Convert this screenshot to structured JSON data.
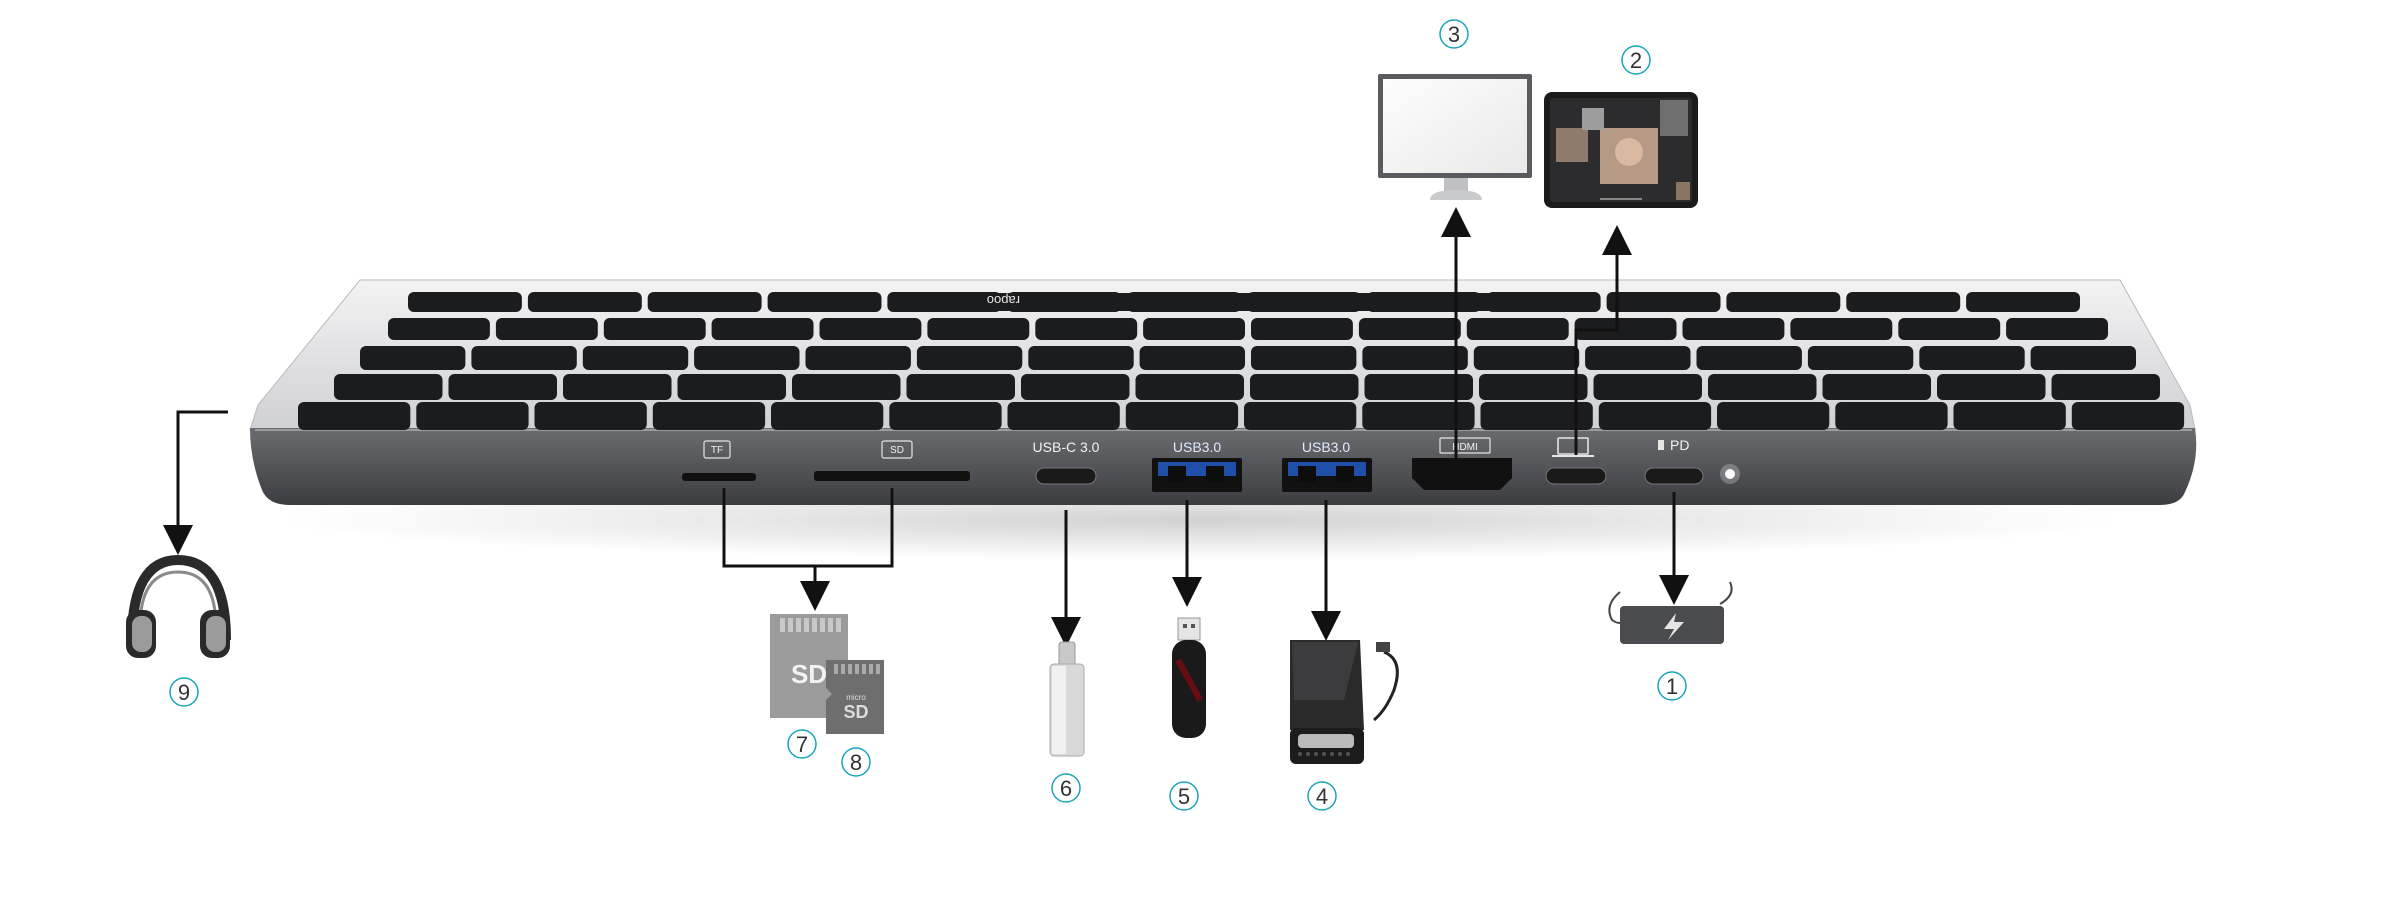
{
  "colors": {
    "keyboard_body": "#5a5c60",
    "keyboard_top": "#e5e6e8",
    "key": "#1b1c1e",
    "usb_blue": "#1f4fa8",
    "callout_circle": "#1aa5b8",
    "arrow": "#111111"
  },
  "brand": "rapoo",
  "ports": {
    "tf": "TF",
    "sd": "SD",
    "usb_c": "USB-C 3.0",
    "usb_a_1": "USB3.0",
    "usb_a_2": "USB3.0",
    "hdmi": "HDMI",
    "pd": "PD"
  },
  "callouts": {
    "n1": "1",
    "n2": "2",
    "n3": "3",
    "n4": "4",
    "n5": "5",
    "n6": "6",
    "n7": "7",
    "n8": "8",
    "n9": "9"
  },
  "card_labels": {
    "sd": "SD",
    "micro_sd": "SD",
    "micro": "micro"
  },
  "icons": {
    "headphones": "headphones-icon",
    "monitor": "monitor-icon",
    "tablet": "tablet-icon",
    "charger": "charger-icon",
    "sd_card": "sd-card-icon",
    "micro_sd_card": "micro-sd-card-icon",
    "usb_c_drive": "usb-c-drive-icon",
    "usb_flash_drive": "usb-flash-drive-icon",
    "card_reader": "card-reader-icon"
  }
}
